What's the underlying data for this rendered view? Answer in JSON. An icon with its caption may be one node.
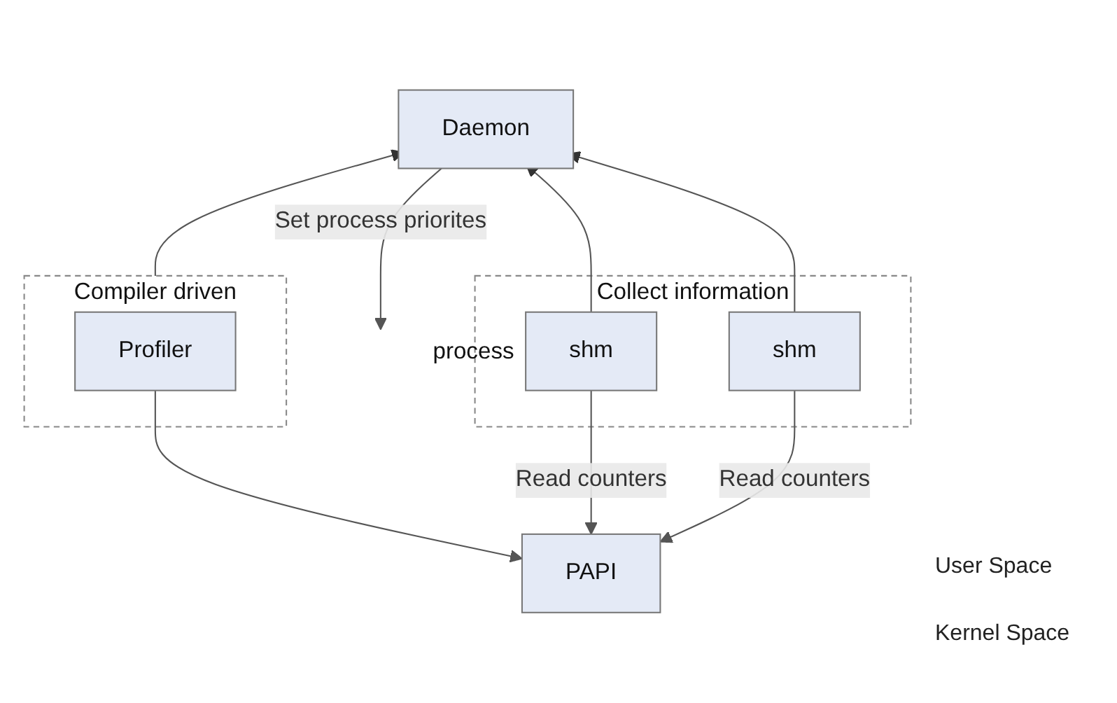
{
  "diagram": {
    "nodes": [
      {
        "text": [
          "Daemon"
        ]
      },
      {
        "text": [
          "Compiler driven"
        ]
      },
      {
        "text": [
          "Profiler"
        ],
        "in": 1
      },
      {
        "text": [
          "Collect information"
        ]
      },
      {
        "text": [
          "shm"
        ],
        "in": 3,
        "beside": [
          "process"
        ]
      },
      {
        "text": [
          "shm"
        ],
        "in": 3
      },
      {
        "text": [
          "PAPI"
        ]
      }
    ],
    "edges": [
      {
        "from": 1,
        "to": 0,
        "arrow": "to"
      },
      {
        "from": 4,
        "to": 0,
        "arrow": "to"
      },
      {
        "from": 5,
        "to": 0,
        "arrow": "to"
      },
      {
        "from": 2,
        "to": 6,
        "arrow": "to"
      },
      {
        "from": 4,
        "to": 6,
        "arrow": "to",
        "label": "Read counters"
      },
      {
        "from": 5,
        "to": 6,
        "arrow": "to",
        "label": "Read counters"
      },
      {
        "from": 0,
        "to": null,
        "arrow": "to",
        "label": "Set process priorites"
      }
    ],
    "labels": [
      "User Space",
      "Kernel Space"
    ]
  }
}
